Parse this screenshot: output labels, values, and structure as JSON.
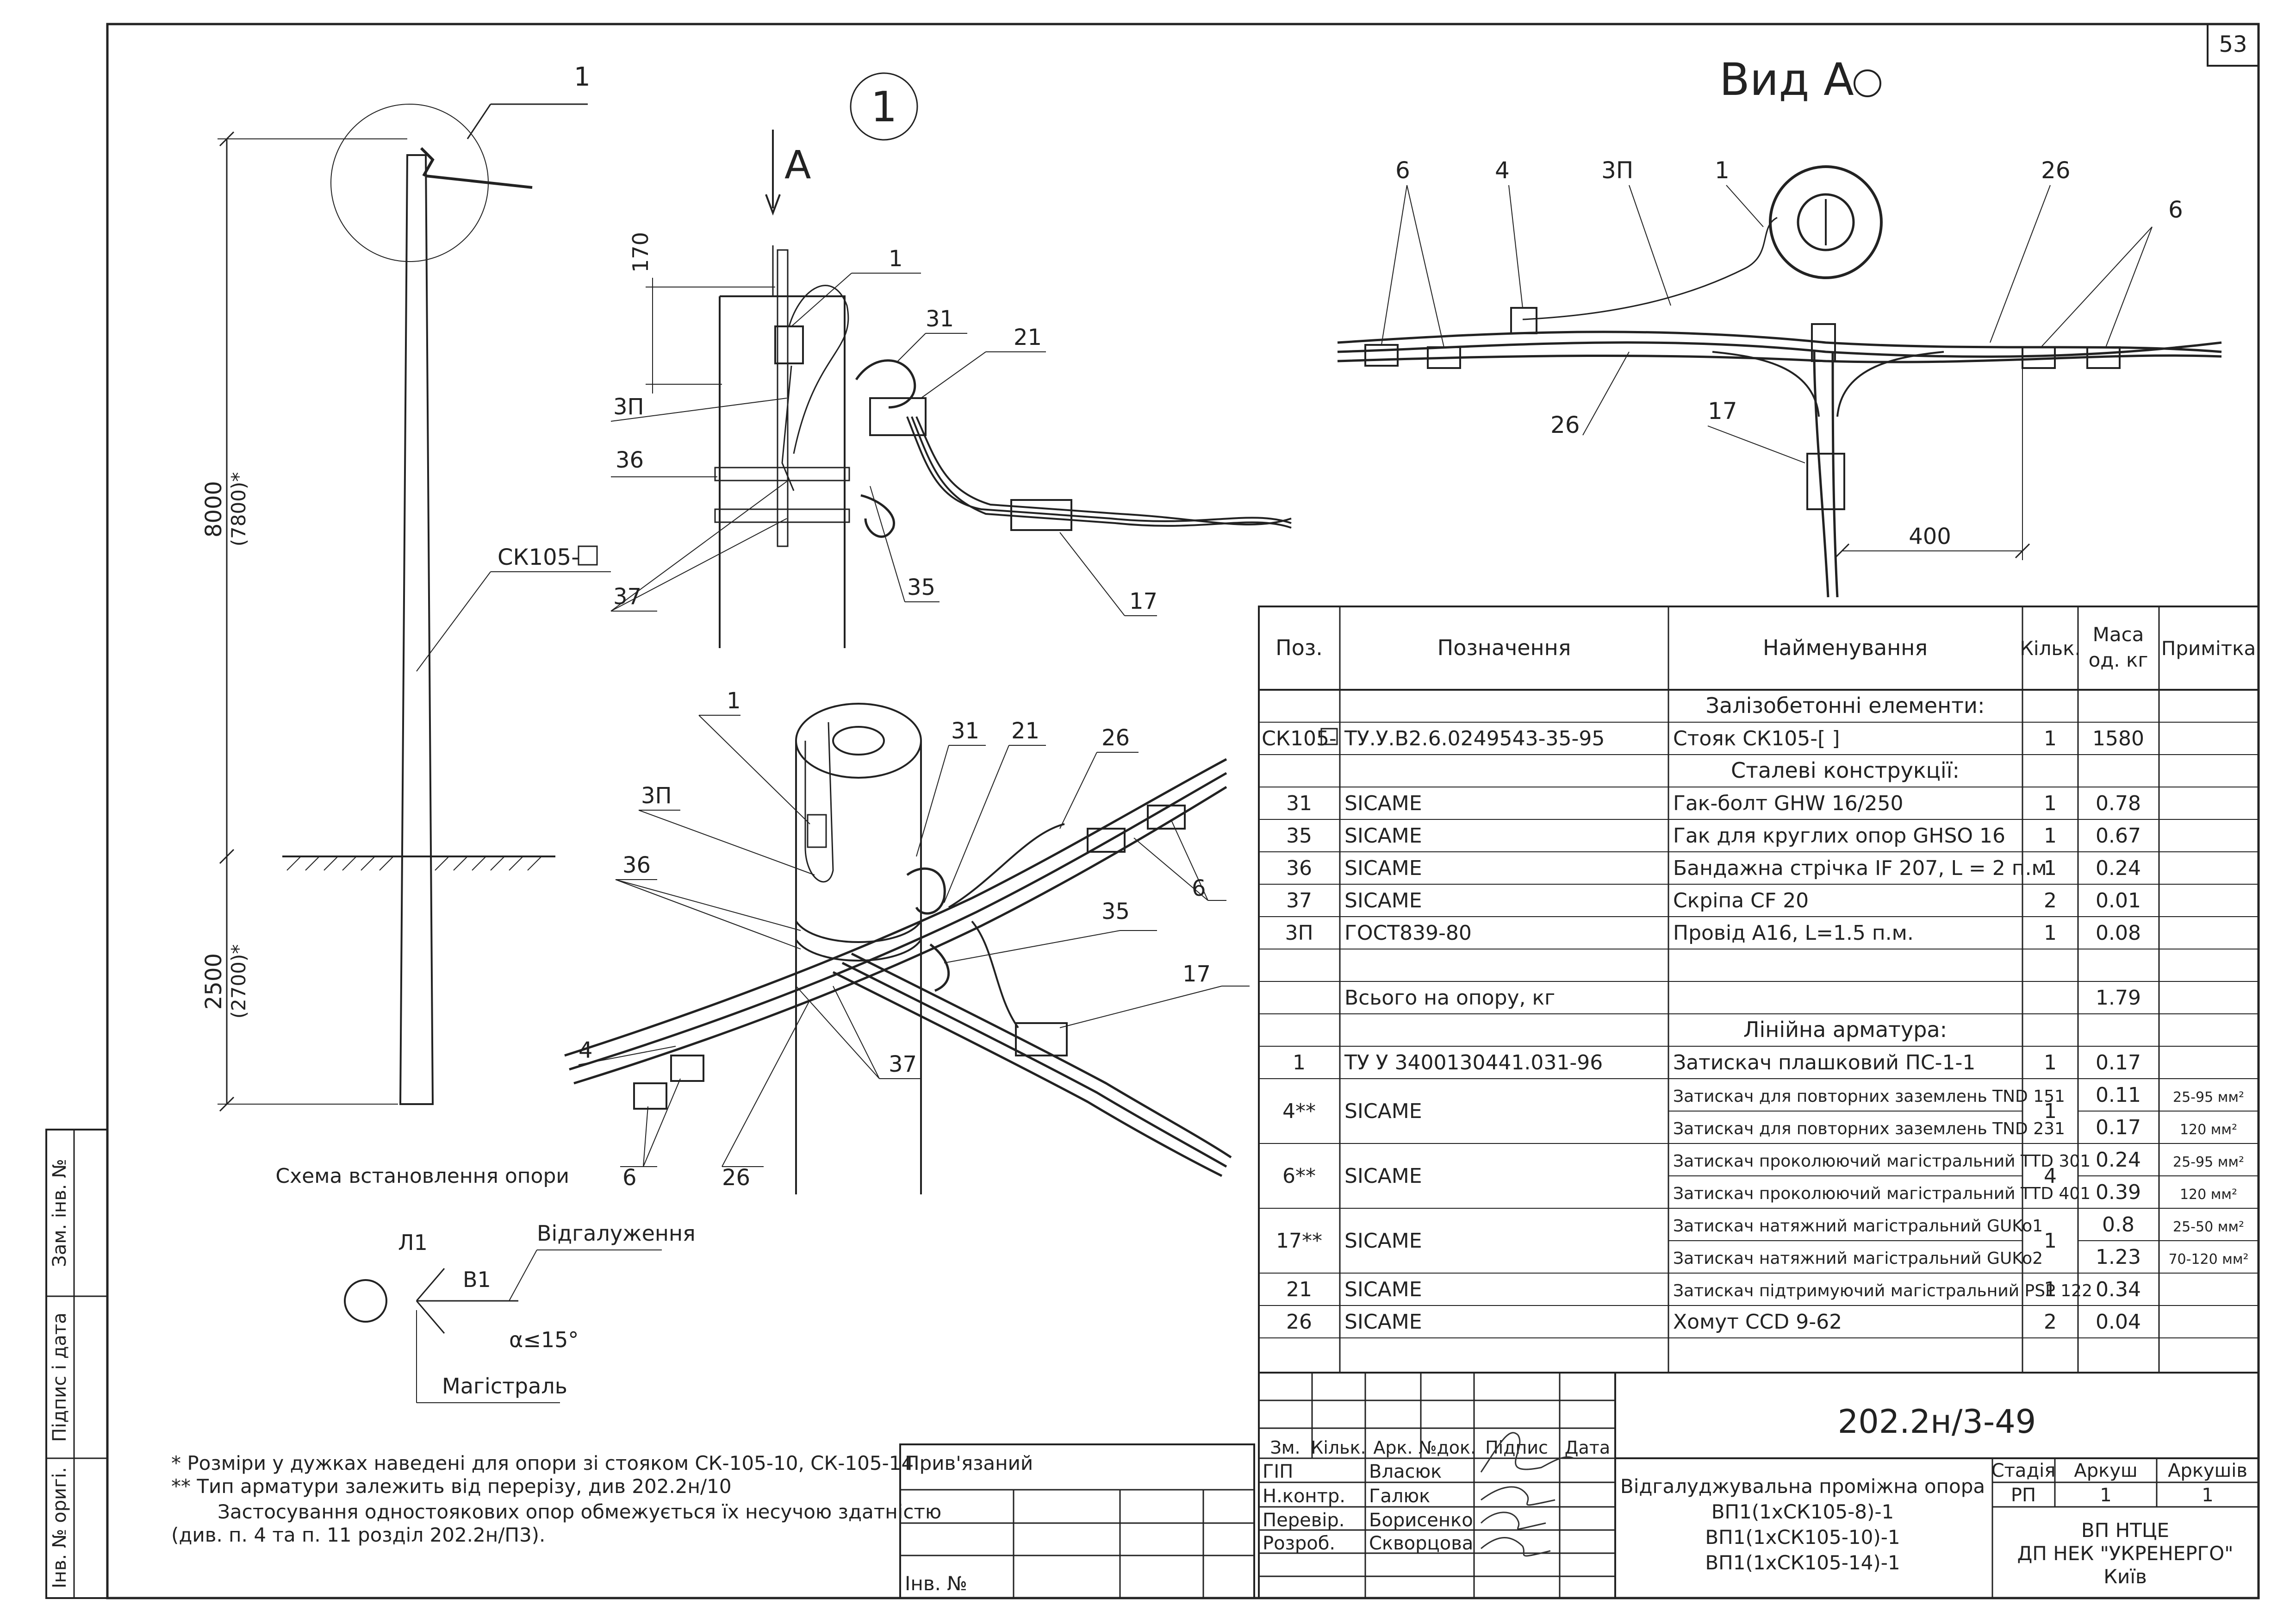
{
  "sheet_number": "53",
  "view_a": {
    "title": "Вид А",
    "mark": "А"
  },
  "callout_circle": "1",
  "pole": {
    "dim_top": "8000",
    "dim_top_alt": "(7800)*",
    "dim_bottom": "2500",
    "dim_bottom_alt": "(2700)*",
    "label": "СК105-",
    "caption": "Схема встановлення опори",
    "callout": "1"
  },
  "detail_labels": {
    "dim_170": "170",
    "l1": "1",
    "l31": "31",
    "l21": "21",
    "l3p": "3П",
    "l36": "36",
    "l37": "37",
    "l35": "35",
    "l17": "17"
  },
  "view_labels": {
    "l6a": "6",
    "l4": "4",
    "l3p": "3П",
    "l1": "1",
    "l26a": "26",
    "l6b": "6",
    "l26b": "26",
    "l17": "17",
    "dim_400": "400"
  },
  "iso_labels": {
    "l1": "1",
    "l31": "31",
    "l21": "21",
    "l26a": "26",
    "l3p": "3П",
    "l36": "36",
    "l6a": "6",
    "l35": "35",
    "l17": "17",
    "l4": "4",
    "l37": "37",
    "l6b": "6",
    "l26b": "26"
  },
  "scheme": {
    "l1": "Л1",
    "b1": "В1",
    "branch": "Відгалуження",
    "angle": "α≤15°",
    "main": "Магістраль"
  },
  "notes": [
    "* Розміри у дужках наведені для опори зі стояком СК-105-10, СК-105-14",
    "** Тип арматури залежить від перерізу, див 202.2н/10",
    "Застосування одностоякових опор обмежується їх несучою здатністю",
    "(див. п. 4 та п. 11 розділ 202.2н/П3)."
  ],
  "side_stamp": [
    "Зам. інв. №",
    "Підпис і дата",
    "Інв. № оригі."
  ],
  "bind_block": {
    "title": "Прив'язаний",
    "inv": "Інв. №"
  },
  "spec_table": {
    "headers": {
      "pos": "Поз.",
      "designation": "Позначення",
      "name": "Найменування",
      "qty": "Кільк.",
      "mass1": "Маса",
      "mass2": "од. кг",
      "note": "Примітка"
    },
    "rows": [
      {
        "type": "section",
        "name": "Залізобетонні елементи:"
      },
      {
        "pos": "СК105-",
        "des": "ТУ.У.В2.6.0249543-35-95",
        "name": "Стояк СК105-[      ]",
        "qty": "1",
        "mass": "1580",
        "note": ""
      },
      {
        "type": "section",
        "name": "Сталеві конструкції:"
      },
      {
        "pos": "31",
        "des": "SICAME",
        "name": "Гак-болт GHW 16/250",
        "qty": "1",
        "mass": "0.78",
        "note": ""
      },
      {
        "pos": "35",
        "des": "SICAME",
        "name": "Гак для круглих опор GHSO 16",
        "qty": "1",
        "mass": "0.67",
        "note": ""
      },
      {
        "pos": "36",
        "des": "SICAME",
        "name": "Бандажна стрічка IF 207, L = 2 п.м.",
        "qty": "1",
        "mass": "0.24",
        "note": ""
      },
      {
        "pos": "37",
        "des": "SICAME",
        "name": "Скріпа CF 20",
        "qty": "2",
        "mass": "0.01",
        "note": ""
      },
      {
        "pos": "3П",
        "des": "ГОСТ839-80",
        "name": "Провід А16, L=1.5 п.м.",
        "qty": "1",
        "mass": "0.08",
        "note": ""
      },
      {
        "pos": "",
        "des": "",
        "name": "",
        "qty": "",
        "mass": "",
        "note": ""
      },
      {
        "pos": "",
        "des": "Всього на опору, кг",
        "name": "",
        "qty": "",
        "mass": "1.79",
        "note": ""
      },
      {
        "type": "section",
        "name": "Лінійна арматура:"
      },
      {
        "pos": "1",
        "des": "ТУ У 3400130441.031-96",
        "name": "Затискач плашковий ПС-1-1",
        "qty": "1",
        "mass": "0.17",
        "note": ""
      }
    ],
    "grouped": [
      {
        "pos": "4**",
        "des": "SICAME",
        "qty": "1",
        "items": [
          {
            "name": "Затискач для повторних заземлень TND 151",
            "mass": "0.11",
            "note": "25-95 мм²"
          },
          {
            "name": "Затискач для повторних заземлень TND 231",
            "mass": "0.17",
            "note": "120 мм²"
          }
        ]
      },
      {
        "pos": "6**",
        "des": "SICAME",
        "qty": "4",
        "items": [
          {
            "name": "Затискач проколюючий магістральний TTD 301",
            "mass": "0.24",
            "note": "25-95 мм²"
          },
          {
            "name": "Затискач проколюючий магістральний TTD 401",
            "mass": "0.39",
            "note": "120 мм²"
          }
        ]
      },
      {
        "pos": "17**",
        "des": "SICAME",
        "qty": "1",
        "items": [
          {
            "name": "Затискач натяжний магістральний GUKo1",
            "mass": "0.8",
            "note": "25-50 мм²"
          },
          {
            "name": "Затискач натяжний магістральний GUKo2",
            "mass": "1.23",
            "note": "70-120 мм²"
          }
        ]
      }
    ],
    "tail_rows": [
      {
        "pos": "21",
        "des": "SICAME",
        "name": "Затискач підтримуючий магістральний PSP 122",
        "qty": "1",
        "mass": "0.34",
        "note": ""
      },
      {
        "pos": "26",
        "des": "SICAME",
        "name": "Хомут CCD 9-62",
        "qty": "2",
        "mass": "0.04",
        "note": ""
      }
    ]
  },
  "title_block": {
    "doc_code": "202.2н/3-49",
    "rev_headers": [
      "Зм.",
      "Кільк.",
      "Арк.",
      "№док.",
      "Підпис",
      "Дата"
    ],
    "roles": [
      {
        "role": "ГІП",
        "name": "Власюк"
      },
      {
        "role": "Н.контр.",
        "name": "Галюк"
      },
      {
        "role": "Перевір.",
        "name": "Борисенко"
      },
      {
        "role": "Розроб.",
        "name": "Скворцова"
      }
    ],
    "description": [
      "Відгалуджувальна проміжна опора",
      "ВП1(1хСК105-8)-1",
      "ВП1(1хСК105-10)-1",
      "ВП1(1хСК105-14)-1"
    ],
    "stage_header": "Стадія",
    "sheet_header": "Аркуш",
    "sheets_header": "Аркушів",
    "stage": "РП",
    "sheet": "1",
    "sheets": "1",
    "org": [
      "ВП НТЦЕ",
      "ДП НЕК \"УКРЕНЕРГО\"",
      "Київ"
    ]
  }
}
